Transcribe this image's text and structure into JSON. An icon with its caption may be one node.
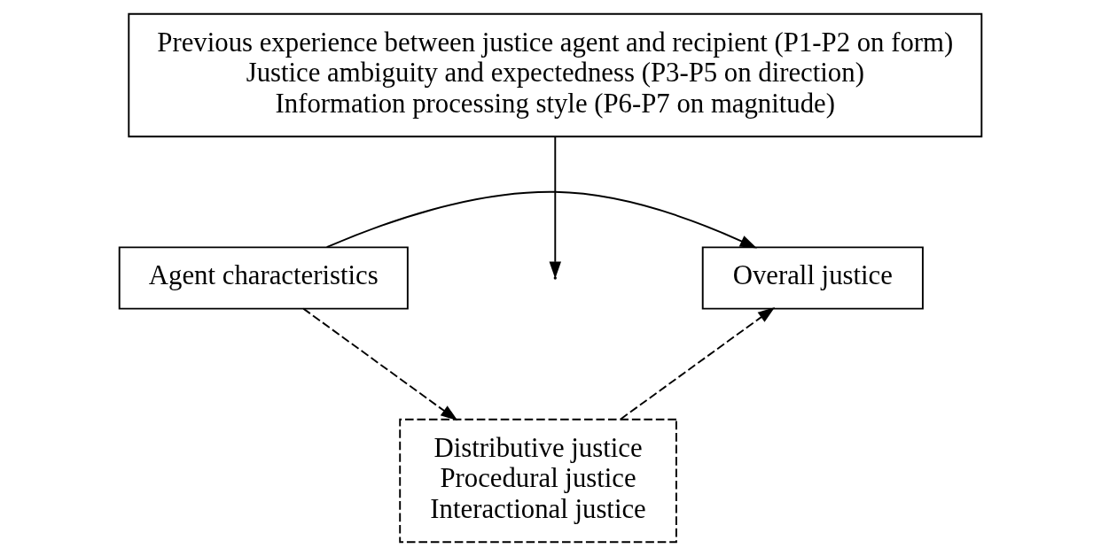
{
  "diagram": {
    "nodes": [
      {
        "text": [
          "Previous experience between justice agent and recipient (P1-P2 on form)",
          "Justice ambiguity and expectedness (P3-P5 on direction)",
          "Information processing style (P6-P7 on magnitude)"
        ]
      },
      {
        "text": [
          "Agent characteristics"
        ]
      },
      {
        "text": [
          "Overall justice"
        ]
      },
      {
        "text": [
          "Distributive justice",
          "Procedural justice",
          "Interactional justice"
        ]
      }
    ],
    "edges": [
      {
        "from": 1,
        "to": 2,
        "arrow": "to"
      },
      {
        "from": 0,
        "to": null,
        "arrow": "to"
      },
      {
        "from": 1,
        "to": 3,
        "arrow": "to",
        "style": "dashed"
      },
      {
        "from": 3,
        "to": 2,
        "arrow": "to",
        "style": "dashed"
      }
    ]
  }
}
